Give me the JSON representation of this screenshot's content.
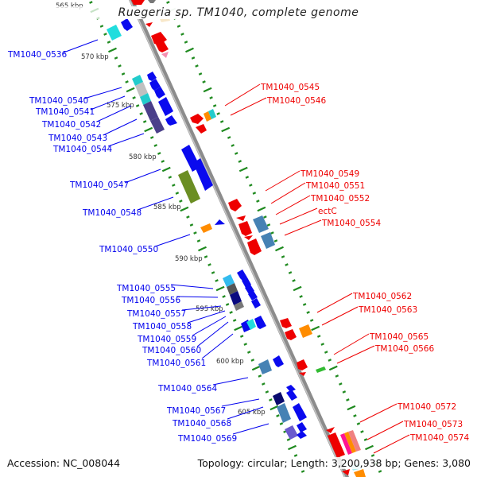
{
  "header": {
    "title": "Ruegeria sp. TM1040, complete genome"
  },
  "footer": {
    "accession": "Accession: NC_008044",
    "summary": "Topology: circular; Length: 3,200,938 bp; Genes: 3,080"
  },
  "colors": {
    "forward_label": "#0000ee",
    "reverse_label": "#ee0000",
    "backbone": "#999999",
    "tick": "#1f8a1f"
  },
  "ruler": {
    "unit": "kbp",
    "labels": [
      "565 kbp",
      "570 kbp",
      "575 kbp",
      "580 kbp",
      "585 kbp",
      "590 kbp",
      "595 kbp",
      "600 kbp",
      "605 kbp"
    ]
  },
  "forward_labels": [
    "TM1040_0536",
    "TM1040_0540",
    "TM1040_0541",
    "TM1040_0542",
    "TM1040_0543",
    "TM1040_0544",
    "TM1040_0547",
    "TM1040_0548",
    "TM1040_0550",
    "TM1040_0555",
    "TM1040_0556",
    "TM1040_0557",
    "TM1040_0558",
    "TM1040_0559",
    "TM1040_0560",
    "TM1040_0561",
    "TM1040_0564",
    "TM1040_0567",
    "TM1040_0568",
    "TM1040_0569"
  ],
  "reverse_labels": [
    "TM1040_0545",
    "TM1040_0546",
    "TM1040_0549",
    "TM1040_0551",
    "TM1040_0552",
    "ectC",
    "TM1040_0554",
    "TM1040_0562",
    "TM1040_0563",
    "TM1040_0565",
    "TM1040_0566",
    "TM1040_0572",
    "TM1040_0573",
    "TM1040_0574"
  ]
}
